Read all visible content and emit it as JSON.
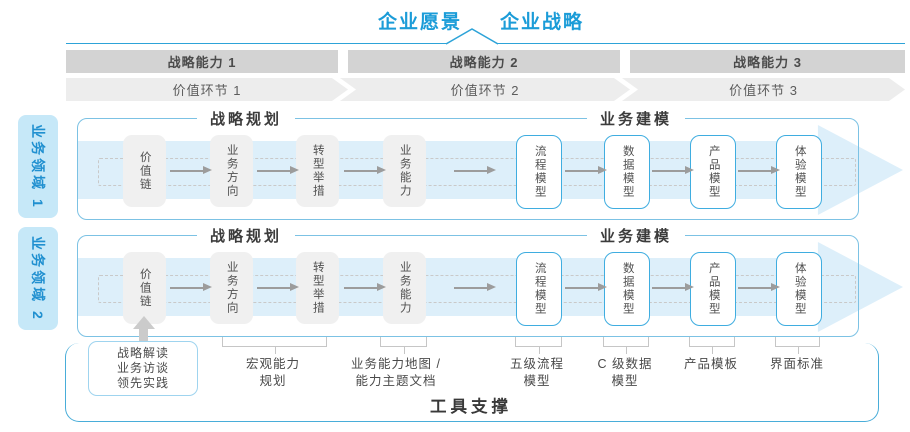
{
  "header": {
    "vision": "企业愿景",
    "strategy": "企业战略"
  },
  "capability_bars": [
    "战略能力 1",
    "战略能力 2",
    "战略能力 3"
  ],
  "value_chain": [
    "价值环节 1",
    "价值环节 2",
    "价值环节 3"
  ],
  "domains": [
    "业务领域 1",
    "业务领域 2"
  ],
  "rows": {
    "planning_header": "战略规划",
    "modeling_header": "业务建模",
    "planning_boxes": [
      "价值链",
      "业务方向",
      "转型举措",
      "业务能力"
    ],
    "modeling_boxes": [
      "流程模型",
      "数据模型",
      "产品模型",
      "体验模型"
    ]
  },
  "annotations": {
    "practice": [
      "战略解读",
      "业务访谈",
      "领先实践"
    ],
    "macro": [
      "宏观能力",
      "规划"
    ],
    "capability_map": [
      "业务能力地图 /",
      "能力主题文档"
    ],
    "process": [
      "五级流程",
      "模型"
    ],
    "data_model": [
      "C 级数据",
      "模型"
    ],
    "product": [
      "产品模板"
    ],
    "ui_standard": [
      "界面标准"
    ]
  },
  "footer": {
    "tools": "工具支撑"
  },
  "colors": {
    "accent_blue": "#1b9cd8",
    "top_line": "#2da3d8",
    "bar_bg": "#d3d3d3",
    "chevron_bg": "#ededed",
    "domain_bg": "#c6e8f8",
    "row_border": "#7cc2e4",
    "band_fill": "#ddeffa",
    "gray_box": "#f0f0f0",
    "blue_box_border": "#3fade0",
    "text_dark": "#4a4a4a"
  }
}
